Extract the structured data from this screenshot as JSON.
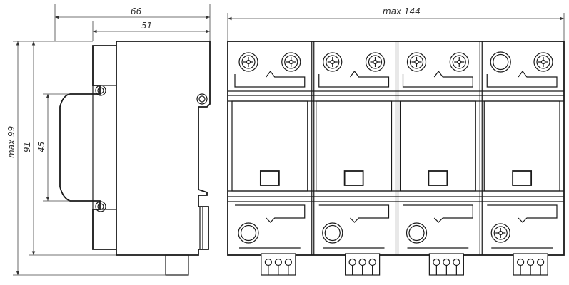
{
  "dimensions": {
    "depth_total": "66",
    "depth_body": "51",
    "height_max": "max 99",
    "height_body": "91",
    "height_front": "45",
    "width_max": "max 144"
  },
  "modules": [
    {
      "top_left": "screw",
      "top_right": "screw",
      "bottom": "socket"
    },
    {
      "top_left": "screw",
      "top_right": "screw",
      "bottom": "socket"
    },
    {
      "top_left": "screw",
      "top_right": "screw",
      "bottom": "socket"
    },
    {
      "top_left": "socket",
      "top_right": "screw",
      "bottom": "screw"
    }
  ]
}
